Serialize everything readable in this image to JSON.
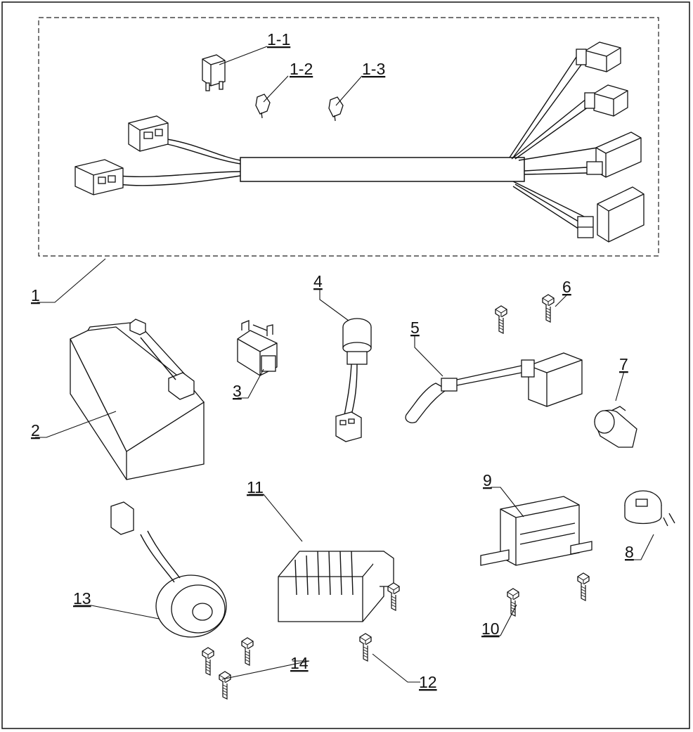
{
  "figure": {
    "kind": "exploded parts diagram",
    "colors": {
      "line": "#111111",
      "fill": "#ffffff",
      "shade": "#d9d9d9"
    }
  },
  "callouts": [
    {
      "id": "c1",
      "text": "1"
    },
    {
      "id": "c1-1",
      "text": "1-1"
    },
    {
      "id": "c1-2",
      "text": "1-2"
    },
    {
      "id": "c1-3",
      "text": "1-3"
    },
    {
      "id": "c2",
      "text": "2"
    },
    {
      "id": "c3",
      "text": "3"
    },
    {
      "id": "c4",
      "text": "4"
    },
    {
      "id": "c5",
      "text": "5"
    },
    {
      "id": "c6",
      "text": "6"
    },
    {
      "id": "c7",
      "text": "7"
    },
    {
      "id": "c8",
      "text": "8"
    },
    {
      "id": "c9",
      "text": "9"
    },
    {
      "id": "c10",
      "text": "10"
    },
    {
      "id": "c11",
      "text": "11"
    },
    {
      "id": "c12",
      "text": "12"
    },
    {
      "id": "c13",
      "text": "13"
    },
    {
      "id": "c14",
      "text": "14"
    }
  ]
}
